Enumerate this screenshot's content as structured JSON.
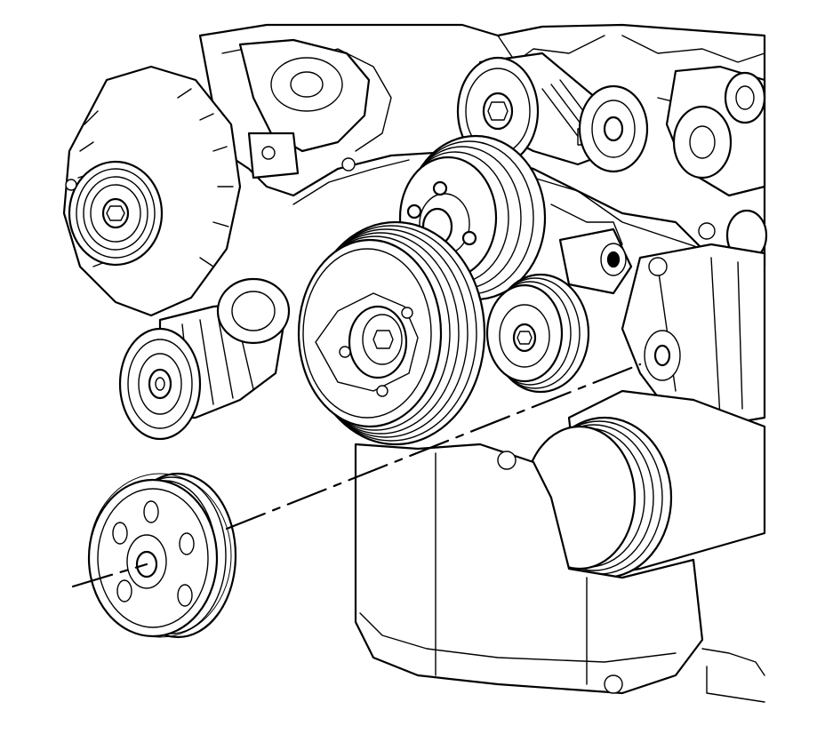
{
  "figure": {
    "kind": "exploded-view line illustration",
    "components": [
      "alternator",
      "belt-tensioner-pulley",
      "crankshaft-balancer",
      "water-pump-pulley",
      "idler-pulley",
      "upper-idler-pulley",
      "power-steering-pump",
      "ac-compressor",
      "oil-pan",
      "removed-pulley"
    ],
    "colors": {
      "line": "#000000",
      "background": "#ffffff"
    }
  }
}
